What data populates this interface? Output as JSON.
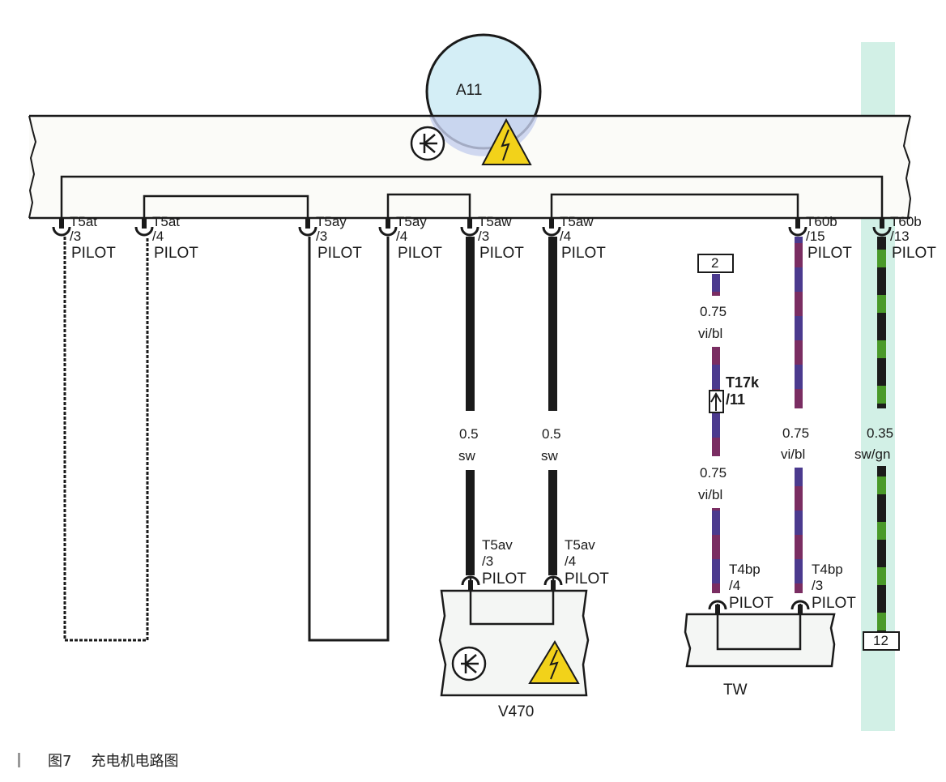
{
  "title": "充电机电路图",
  "caption": {
    "figure": "图7",
    "text": "充电机电路图"
  },
  "components": {
    "main_module": {
      "id": "A11"
    },
    "charger": {
      "id": "V470"
    },
    "tw": {
      "id": "TW"
    },
    "connector_2": {
      "id": "2"
    },
    "connector_12": {
      "id": "12"
    },
    "inline_connector": {
      "name": "T17k",
      "pin": "/11"
    }
  },
  "pins": [
    {
      "conn": "T5at",
      "pin": "/3",
      "signal": "PILOT"
    },
    {
      "conn": "T5at",
      "pin": "/4",
      "signal": "PILOT"
    },
    {
      "conn": "T5ay",
      "pin": "/3",
      "signal": "PILOT"
    },
    {
      "conn": "T5ay",
      "pin": "/4",
      "signal": "PILOT"
    },
    {
      "conn": "T5aw",
      "pin": "/3",
      "signal": "PILOT"
    },
    {
      "conn": "T5aw",
      "pin": "/4",
      "signal": "PILOT"
    },
    {
      "conn": "T60b",
      "pin": "/15",
      "signal": "PILOT"
    },
    {
      "conn": "T60b",
      "pin": "/13",
      "signal": "PILOT"
    }
  ],
  "lower_pins": [
    {
      "conn": "T5av",
      "pin": "/3",
      "signal": "PILOT"
    },
    {
      "conn": "T5av",
      "pin": "/4",
      "signal": "PILOT"
    },
    {
      "conn": "T4bp",
      "pin": "/4",
      "signal": "PILOT"
    },
    {
      "conn": "T4bp",
      "pin": "/3",
      "signal": "PILOT"
    }
  ],
  "wires": [
    {
      "size": "0.5",
      "color": "sw"
    },
    {
      "size": "0.5",
      "color": "sw"
    },
    {
      "size": "0.75",
      "color": "vi/bl"
    },
    {
      "size": "0.75",
      "color": "vi/bl"
    },
    {
      "size": "0.75",
      "color": "vi/bl"
    },
    {
      "size": "0.35",
      "color": "sw/gn"
    }
  ],
  "colors": {
    "line": "#1a1a1a",
    "violet": "#4b3a8e",
    "violet_stripe": "#8a2a55",
    "green": "#4a9a2a",
    "warning_yellow": "#f2d21a",
    "module_blue": "#cdebf2",
    "strip_mint": "#cdeee0"
  }
}
